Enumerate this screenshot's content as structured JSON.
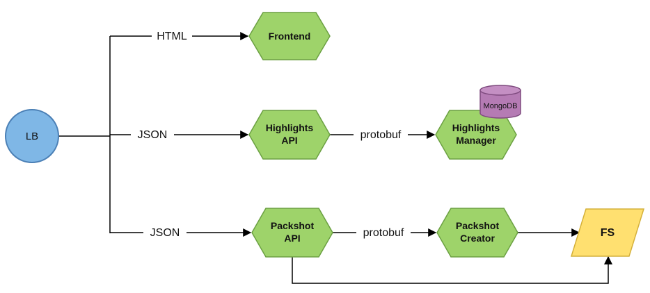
{
  "nodes": {
    "lb": {
      "label": "LB"
    },
    "frontend": {
      "label": "Frontend"
    },
    "highlights_api": {
      "line1": "Highlights",
      "line2": "API"
    },
    "highlights_manager": {
      "line1": "Highlights",
      "line2": "Manager"
    },
    "mongodb": {
      "label": "MongoDB"
    },
    "packshot_api": {
      "line1": "Packshot",
      "line2": "API"
    },
    "packshot_creator": {
      "line1": "Packshot",
      "line2": "Creator"
    },
    "fs": {
      "label": "FS"
    }
  },
  "edges": {
    "lb_to_frontend": {
      "label": "HTML"
    },
    "lb_to_highlights_api": {
      "label": "JSON"
    },
    "lb_to_packshot_api": {
      "label": "JSON"
    },
    "highlights_api_to_manager": {
      "label": "protobuf"
    },
    "packshot_api_to_creator": {
      "label": "protobuf"
    }
  },
  "colors": {
    "hexagon_fill": "#9ED36A",
    "hexagon_stroke": "#6BA042",
    "lb_fill": "#7FB7E6",
    "lb_stroke": "#4A7FB5",
    "fs_fill": "#FFE070",
    "fs_stroke": "#D4B03A",
    "db_fill": "#B57BB4",
    "db_stroke": "#7E4A7E",
    "line": "#000000"
  }
}
